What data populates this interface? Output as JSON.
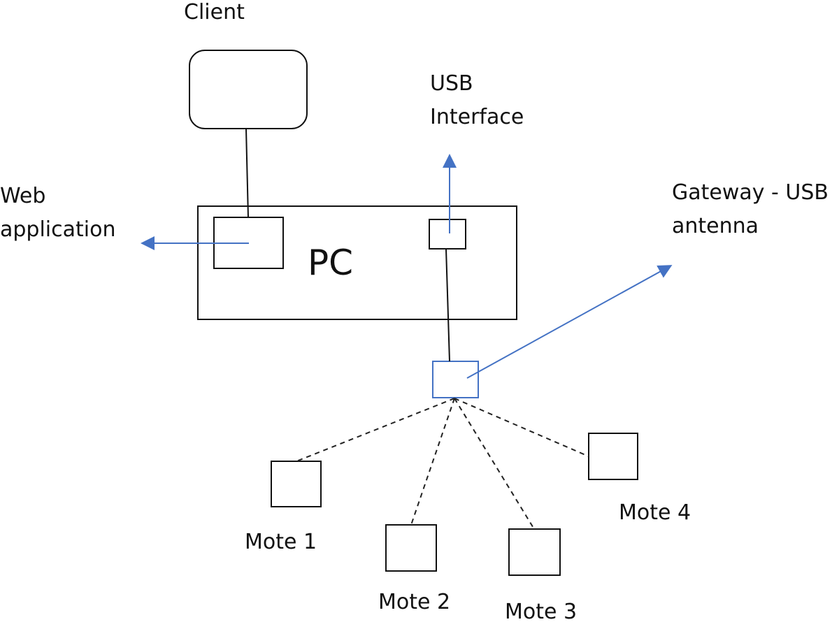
{
  "labels": {
    "client": "Client",
    "usb_interface_line1": "USB",
    "usb_interface_line2": "Interface",
    "web_application_line1": "Web",
    "web_application_line2": "application",
    "gateway_line1": "Gateway - USB",
    "gateway_line2": "antenna",
    "pc": "PC",
    "mote_1": "Mote 1",
    "mote_2": "Mote 2",
    "mote_3": "Mote 3",
    "mote_4": "Mote 4"
  },
  "colors": {
    "stroke": "#111111",
    "accent": "#4472C4",
    "dashed": "#222222"
  }
}
